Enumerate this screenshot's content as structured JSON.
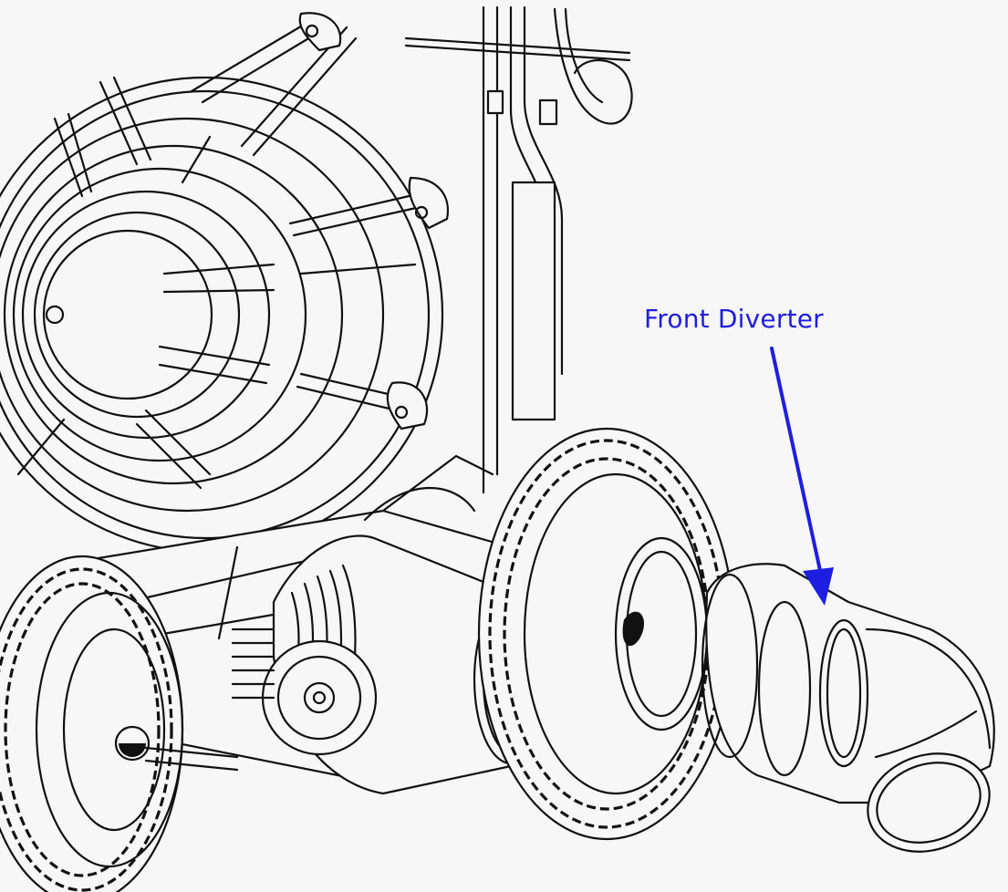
{
  "callout": {
    "label": "Front Diverter",
    "color": "#1e1ee0"
  },
  "parts": {
    "housing": "fan-housing-with-wire-guard",
    "front_diverter": "elbow-diverter-outlet",
    "wheels": "treaded-tires"
  }
}
